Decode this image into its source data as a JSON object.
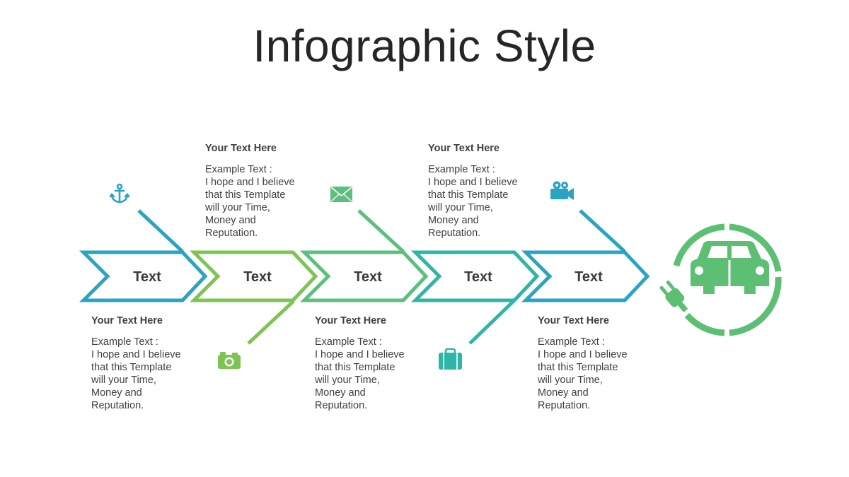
{
  "slide": {
    "title": "Infographic Style"
  },
  "colors": {
    "blue": "#2ba3c4",
    "green": "#6cc24a",
    "midgreen": "#5cbf7c",
    "teal": "#2fb5a8",
    "center": "#5dbf73"
  },
  "steps": [
    {
      "label": "Text",
      "icon": "anchor-icon"
    },
    {
      "label": "Text",
      "icon": "camera-icon"
    },
    {
      "label": "Text",
      "icon": "envelope-icon"
    },
    {
      "label": "Text",
      "icon": "briefcase-icon"
    },
    {
      "label": "Text",
      "icon": "video-camera-icon"
    }
  ],
  "blocks": [
    {
      "heading": "Your Text  Here",
      "body": "Example Text :\nI hope and I believe\nthat this Template\nwill your Time,\nMoney and\nReputation."
    },
    {
      "heading": "Your Text  Here",
      "body": "Example Text :\nI hope and I believe\nthat this Template\nwill your Time,\nMoney and\nReputation."
    },
    {
      "heading": "Your Text  Here",
      "body": "Example Text :\nI hope and I believe\nthat this Template\nwill your Time,\nMoney and\nReputation."
    },
    {
      "heading": "Your Text  Here",
      "body": "Example Text :\nI hope and I believe\nthat this Template\nwill your Time,\nMoney and\nReputation."
    },
    {
      "heading": "Your Text  Here",
      "body": "Example Text :\nI hope and I believe\nthat this Template\nwill your Time,\nMoney and\nReputation."
    }
  ],
  "center": {
    "icon": "electric-car-icon"
  }
}
